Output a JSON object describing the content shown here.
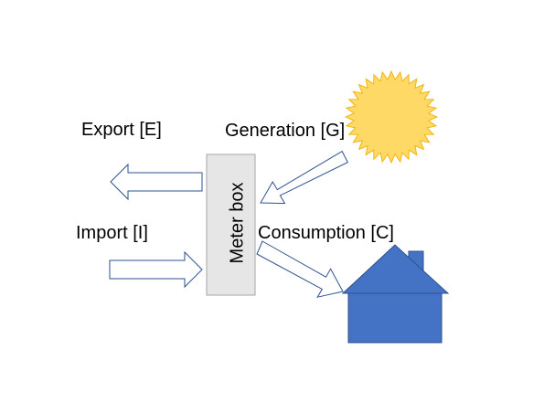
{
  "labels": {
    "export": "Export [E]",
    "generation": "Generation [G]",
    "import": "Import [I]",
    "consumption": "Consumption [C]",
    "meter_box": "Meter box"
  },
  "colors": {
    "sun_fill": "#FFD966",
    "sun_stroke": "#F2B50F",
    "house_fill": "#4472C4",
    "house_stroke": "#2F528F",
    "arrow_stroke": "#2F528F",
    "arrow_fill": "#FFFFFF",
    "meter_fill": "#E6E6E6",
    "meter_stroke": "#A6A6A6"
  },
  "icons": {
    "sun": "sun-icon",
    "house": "house-icon"
  }
}
